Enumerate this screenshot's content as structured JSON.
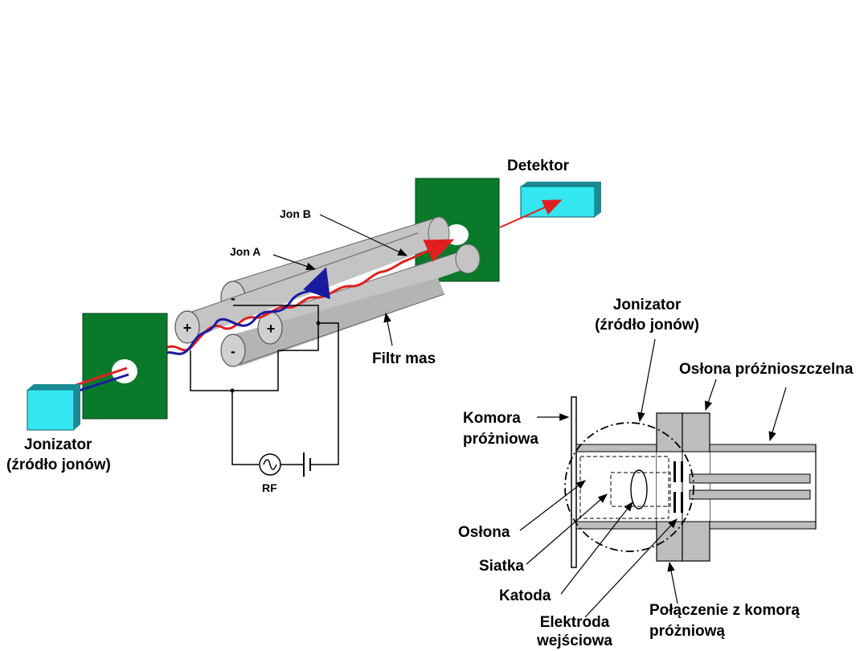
{
  "labels": {
    "detektor": "Detektor",
    "jon_b": "Jon B",
    "jon_a": "Jon A",
    "filtr_mas": "Filtr mas",
    "jonizator_left_1": "Jonizator",
    "jonizator_left_2": "(źródło jonów)",
    "rf": "RF",
    "rod_plus_1": "+",
    "rod_plus_2": "+",
    "rod_minus_1": "-",
    "rod_minus_2": "-",
    "jonizator_right_1": "Jonizator",
    "jonizator_right_2": "(źródło jonów)",
    "oslona_prozniosz": "Osłona próżnioszczelna",
    "komora_1": "Komora",
    "komora_2": "próżniowa",
    "oslona": "Osłona",
    "siatka": "Siatka",
    "katoda": "Katoda",
    "elektroda_1": "Elektroda",
    "elektroda_2": "wejściowa",
    "polaczenie_1": "Połączenie z komorą",
    "polaczenie_2": "próżniową"
  },
  "colors": {
    "plate": "#0a7a2a",
    "box": "#33e6f0",
    "box_side": "#1a8a94",
    "rod": "#c4c4c4",
    "ion_red": "#e02020",
    "ion_blue": "#1a1aa0",
    "gray_part": "#bdbdbd"
  }
}
